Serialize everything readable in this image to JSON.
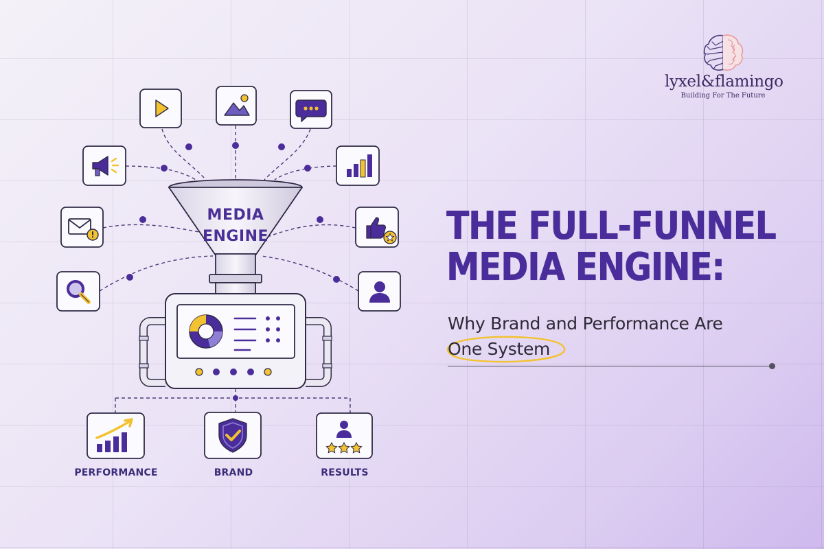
{
  "brand": {
    "name": "lyxel&flamingo",
    "tagline": "Building For The Future",
    "logo_icon": "brain-tree-logo-icon"
  },
  "headline": {
    "line1": "THE FULL-FUNNEL",
    "line2": "MEDIA ENGINE:"
  },
  "subtitle": {
    "line1": "Why Brand and Performance Are",
    "highlight": "One System"
  },
  "diagram": {
    "funnel_line1": "MEDIA",
    "funnel_line2": "ENGINE",
    "input_icons": [
      "play-video-icon",
      "image-icon",
      "chat-bubble-icon",
      "megaphone-icon",
      "bar-chart-icon",
      "email-alert-icon",
      "thumbs-up-star-icon",
      "search-icon",
      "user-profile-icon"
    ],
    "outputs": [
      {
        "label": "PERFORMANCE",
        "icon": "growth-chart-icon"
      },
      {
        "label": "BRAND",
        "icon": "shield-check-icon"
      },
      {
        "label": "RESULTS",
        "icon": "user-rating-icon"
      }
    ]
  },
  "colors": {
    "primary": "#4a2d9a",
    "accent": "#f2c230",
    "outline": "#2f2a45",
    "background": "#ece5f6"
  }
}
